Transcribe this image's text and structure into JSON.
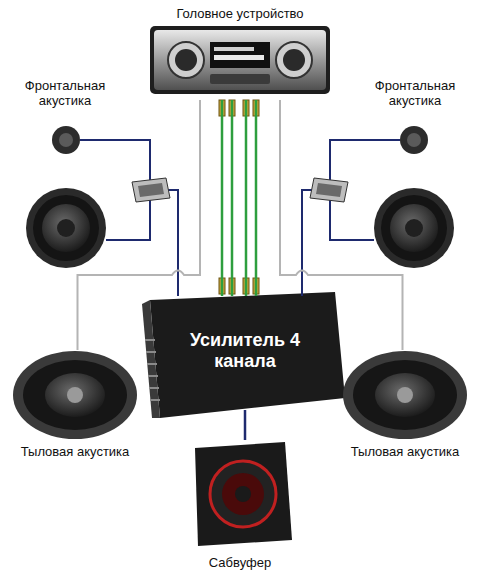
{
  "diagram": {
    "nodes": [
      {
        "text": [
          "Головное устройство"
        ]
      },
      {
        "text": [
          "Фронтальная акустика"
        ]
      },
      {
        "text": [
          "Фронтальная акустика"
        ]
      },
      {
        "text": [
          "Усилитель 4 канала"
        ]
      },
      {
        "text": [
          "Тыловая акустика"
        ]
      },
      {
        "text": [
          "Тыловая акустика"
        ]
      },
      {
        "text": [
          "Сабвуфер"
        ]
      }
    ],
    "edges": [
      {
        "from": 0,
        "to": 3,
        "arrow": "none"
      },
      {
        "from": 3,
        "to": 1,
        "arrow": "none"
      },
      {
        "from": 3,
        "to": 2,
        "arrow": "none"
      },
      {
        "from": 0,
        "to": 4,
        "arrow": "none"
      },
      {
        "from": 0,
        "to": 5,
        "arrow": "none"
      },
      {
        "from": 3,
        "to": 6,
        "arrow": "none"
      }
    ]
  }
}
